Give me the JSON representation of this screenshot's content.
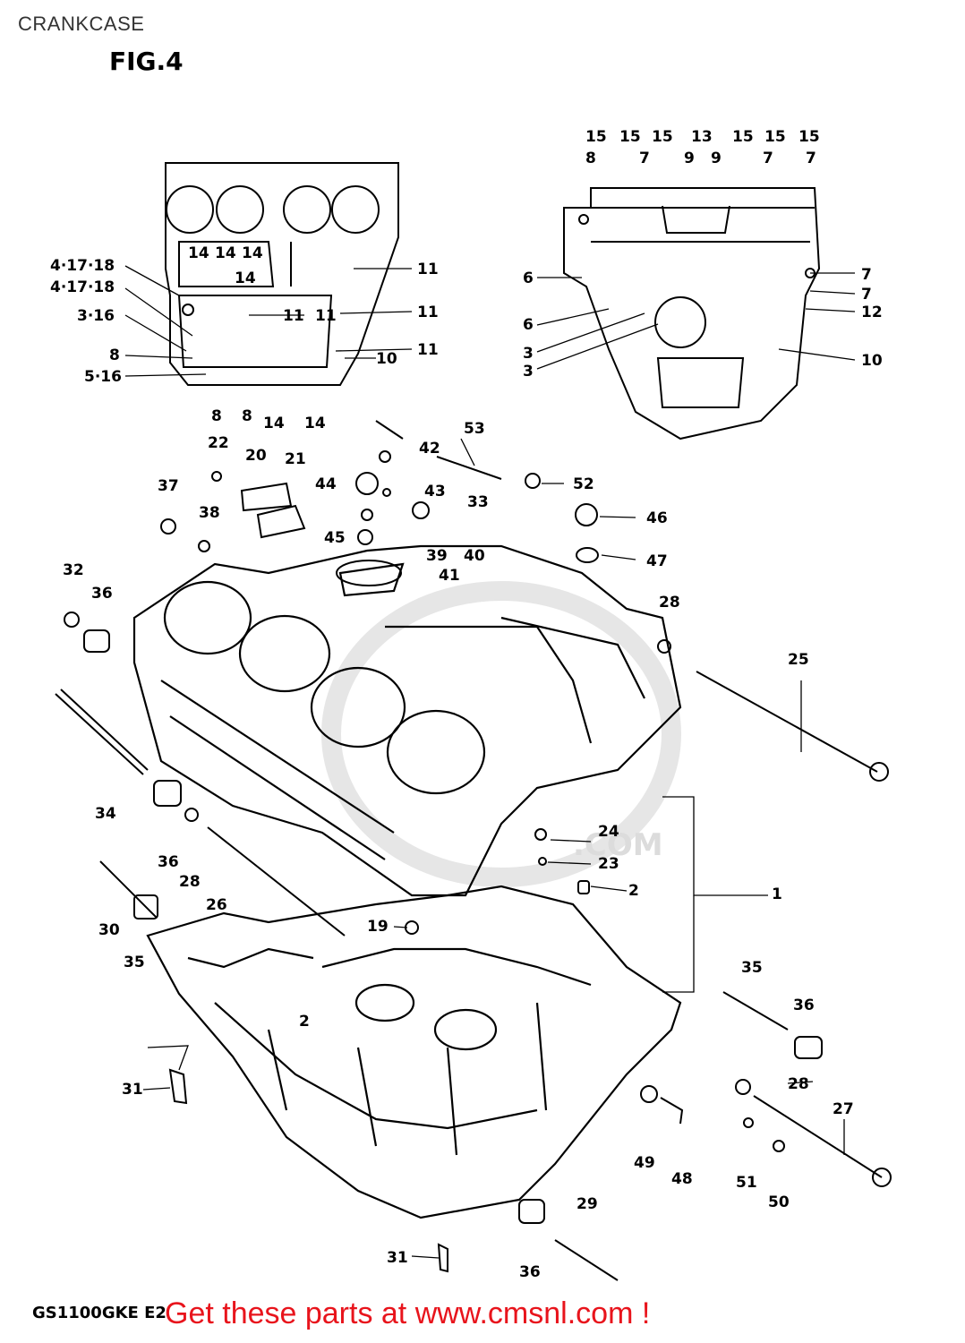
{
  "header": {
    "title": "CRANKCASE",
    "figure": "FIG.4"
  },
  "footer": {
    "model": "GS1100GKE E2",
    "promo": "Get these parts at www.cmsnl.com !"
  },
  "watermark": {
    "text": ".COM"
  },
  "colors": {
    "promo": "#e8141c",
    "linework": "#000000",
    "watermark": "#dcdcdc"
  },
  "callouts": [
    "4·17·18",
    "4·17·18",
    "3·16",
    "8",
    "5·16",
    "14",
    "14",
    "14",
    "14",
    "11",
    "11",
    "11",
    "11",
    "11",
    "10",
    "8",
    "8",
    "14",
    "14",
    "15",
    "15",
    "15",
    "13",
    "15",
    "15",
    "15",
    "8",
    "7",
    "9",
    "9",
    "7",
    "7",
    "6",
    "6",
    "3",
    "3",
    "7",
    "7",
    "12",
    "10",
    "22",
    "20",
    "21",
    "37",
    "38",
    "32",
    "36",
    "44",
    "42",
    "53",
    "43",
    "33",
    "52",
    "46",
    "45",
    "39",
    "40",
    "41",
    "47",
    "28",
    "25",
    "34",
    "36",
    "28",
    "26",
    "24",
    "23",
    "2",
    "1",
    "30",
    "35",
    "19",
    "2",
    "35",
    "36",
    "28",
    "27",
    "31",
    "49",
    "48",
    "51",
    "50",
    "29",
    "31",
    "36"
  ]
}
